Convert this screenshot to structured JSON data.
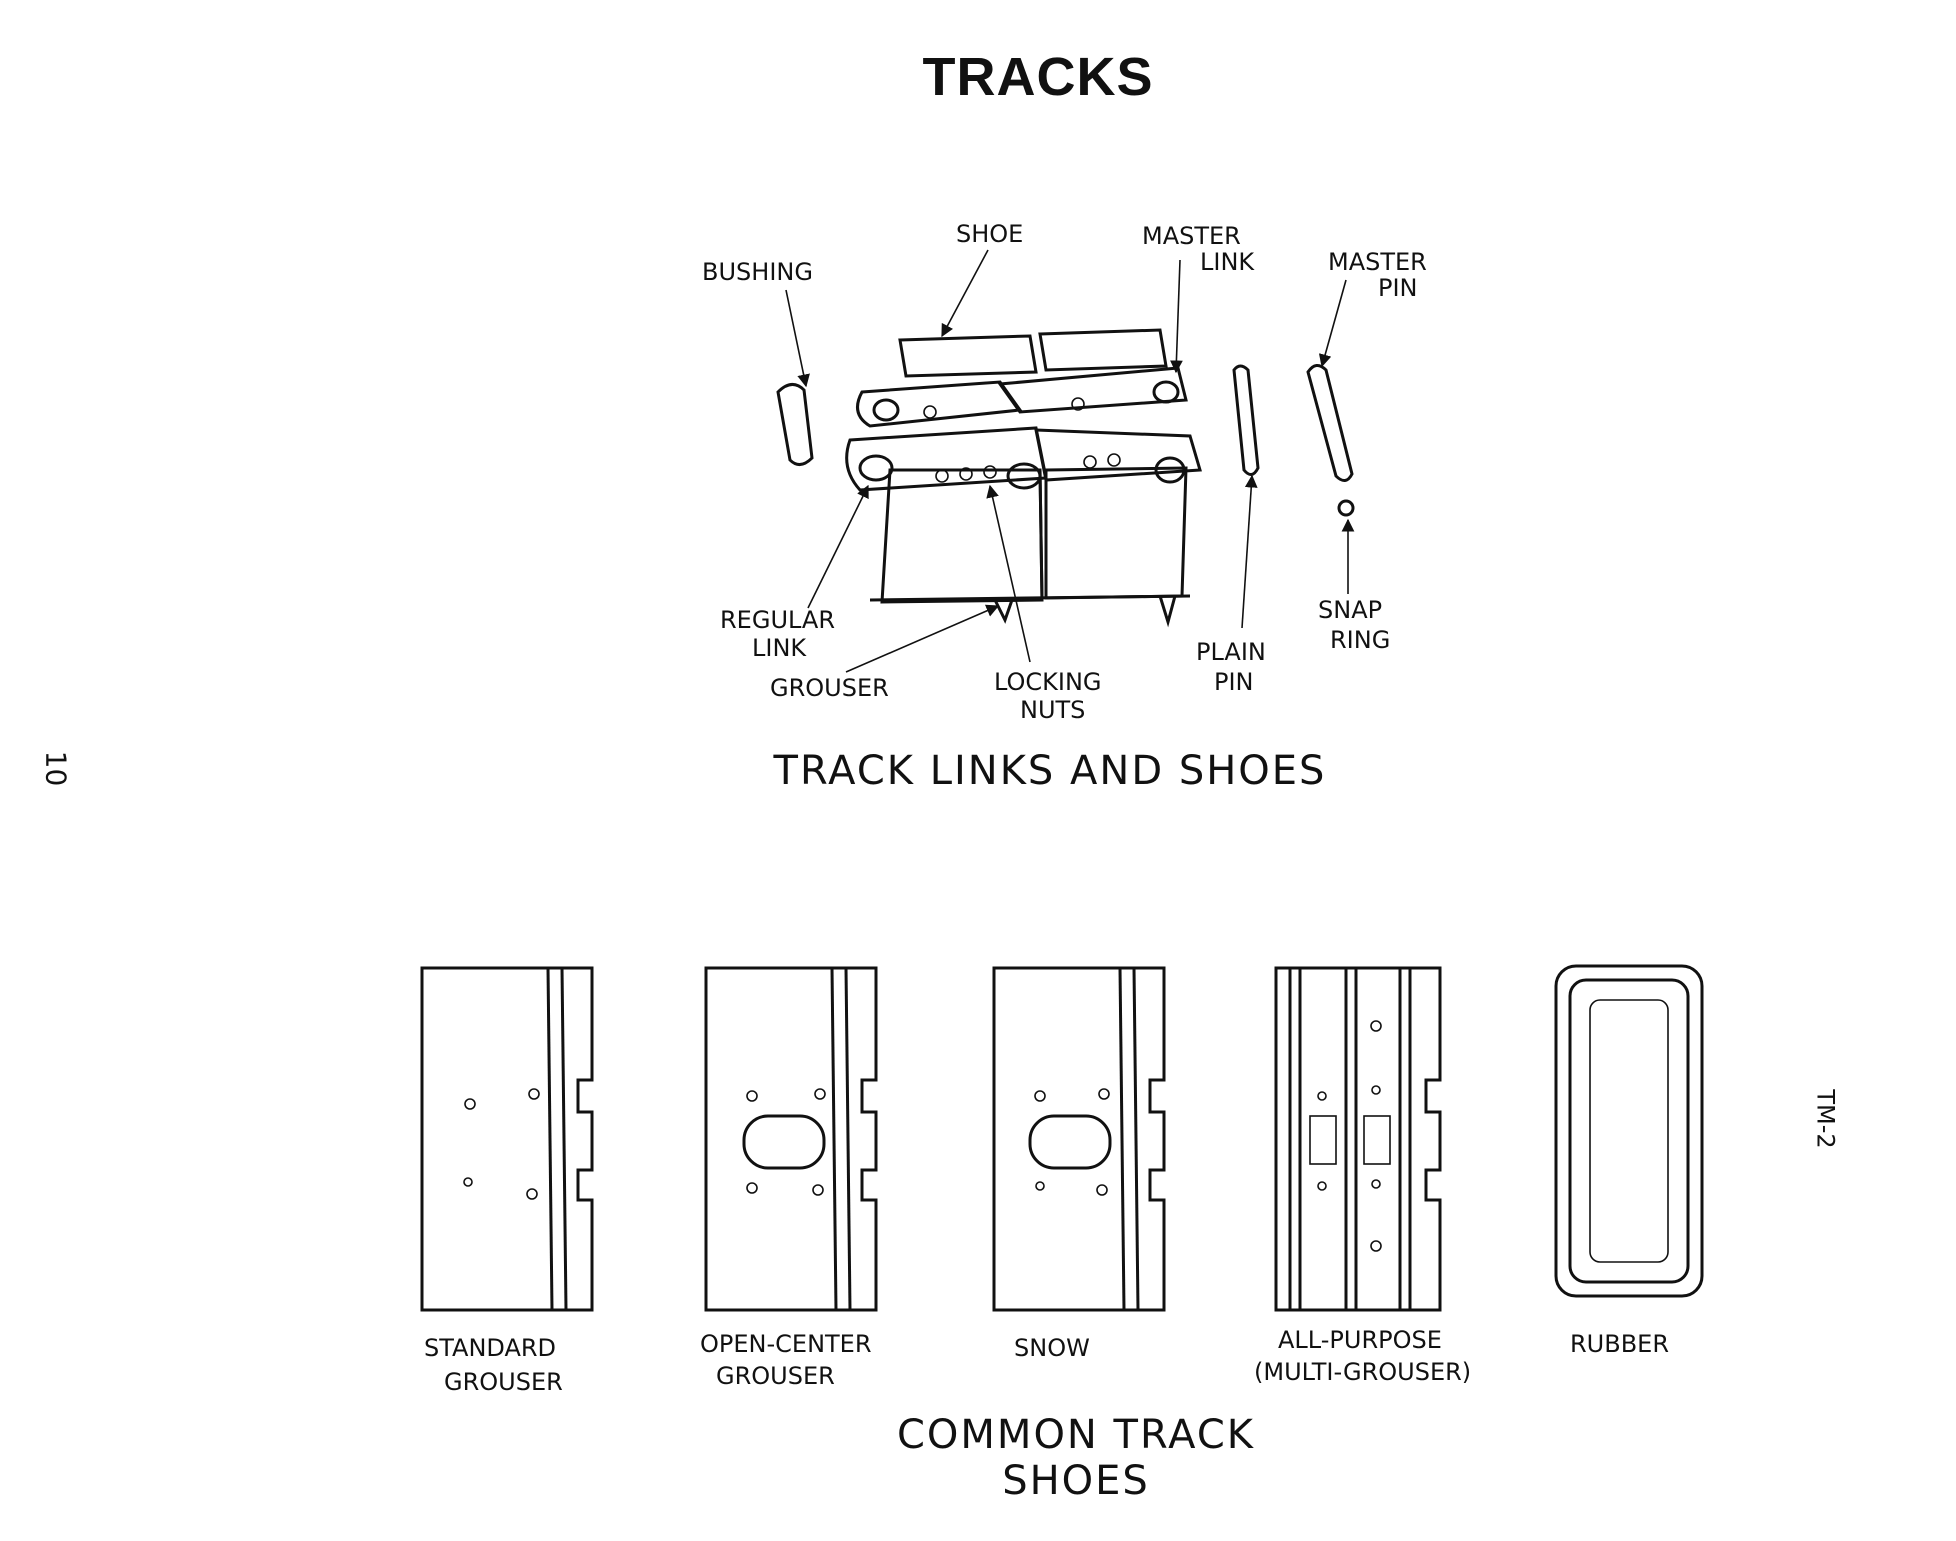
{
  "page_title": "TRACKS",
  "page_number": "10",
  "side_code": "TM-2",
  "track_links": {
    "caption": "TRACK LINKS AND SHOES",
    "labels": {
      "bushing": "BUSHING",
      "shoe": "SHOE",
      "master_link_1": "MASTER",
      "master_link_2": "LINK",
      "master_pin_1": "MASTER",
      "master_pin_2": "PIN",
      "regular_link_1": "REGULAR",
      "regular_link_2": "LINK",
      "grouser": "GROUSER",
      "locking_nuts_1": "LOCKING",
      "locking_nuts_2": "NUTS",
      "plain_pin_1": "PLAIN",
      "plain_pin_2": "PIN",
      "snap_ring_1": "SNAP",
      "snap_ring_2": "RING"
    }
  },
  "common_shoes": {
    "caption": "COMMON TRACK SHOES",
    "items": [
      {
        "line1": "STANDARD",
        "line2": "GROUSER"
      },
      {
        "line1": "OPEN-CENTER",
        "line2": "GROUSER"
      },
      {
        "line1": "SNOW",
        "line2": ""
      },
      {
        "line1": "ALL-PURPOSE",
        "line2": "(MULTI-GROUSER)"
      },
      {
        "line1": "RUBBER",
        "line2": ""
      }
    ]
  }
}
